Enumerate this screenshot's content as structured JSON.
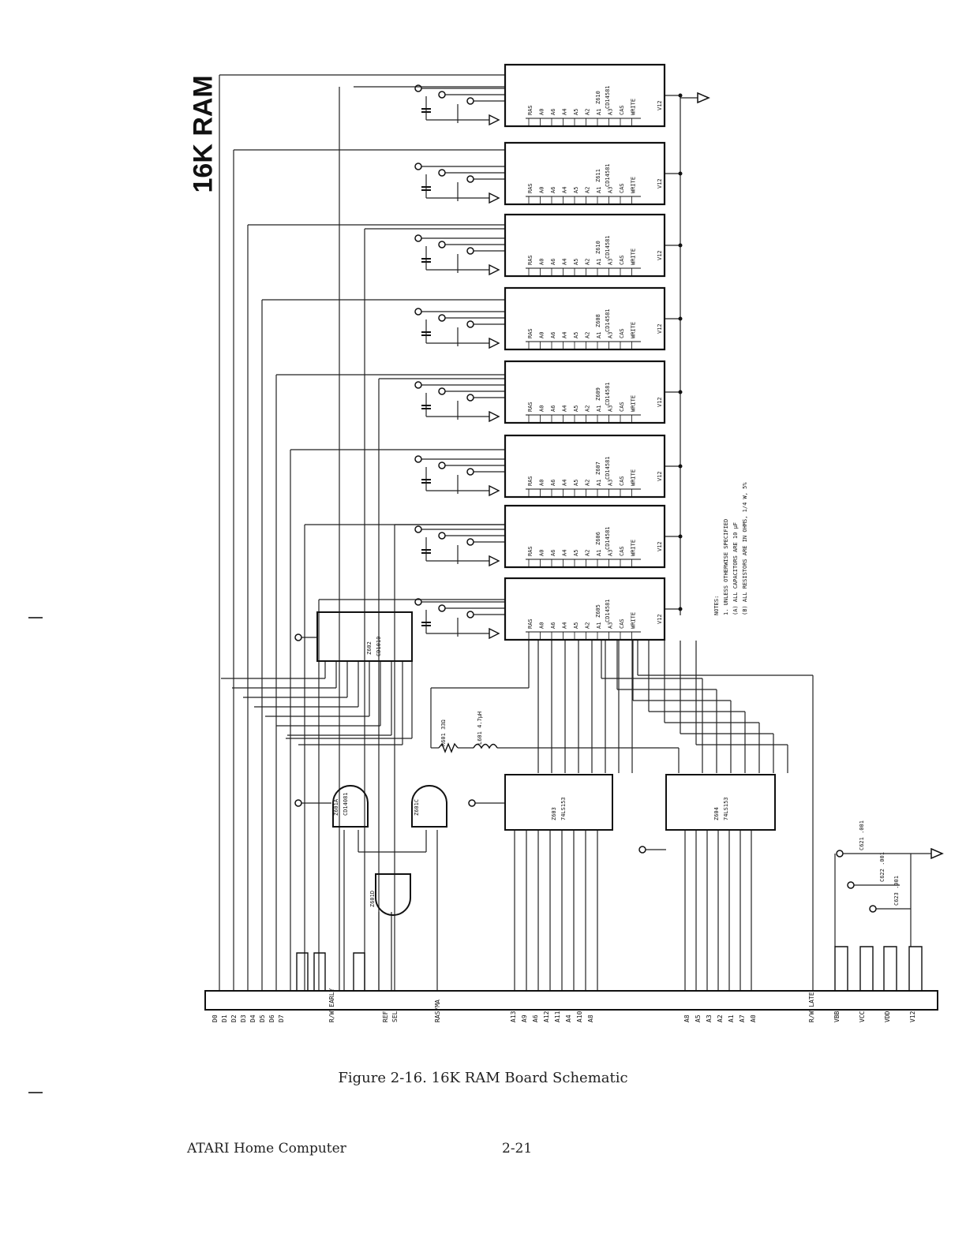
{
  "page": {
    "title": "16K RAM",
    "caption": "Figure 2-16.  16K RAM Board Schematic",
    "footer_left": "ATARI Home Computer",
    "page_number": "2-21"
  },
  "ram_chips": [
    {
      "ref": "Z610",
      "part": "CD14581"
    },
    {
      "ref": "Z611",
      "part": "CD14581"
    },
    {
      "ref": "Z610",
      "part": "CD14581"
    },
    {
      "ref": "Z608",
      "part": "CD14581"
    },
    {
      "ref": "Z609",
      "part": "CD14581"
    },
    {
      "ref": "Z607",
      "part": "CD14581"
    },
    {
      "ref": "Z606",
      "part": "CD14581"
    },
    {
      "ref": "Z605",
      "part": "CD14581"
    }
  ],
  "ram_pins": [
    "RAS",
    "A0",
    "A6",
    "A4",
    "A5",
    "A2",
    "A1",
    "A3",
    "CAS",
    "WRITE"
  ],
  "logic_chips": [
    {
      "ref": "Z602",
      "part": "CD1010"
    },
    {
      "ref": "Z603",
      "part": "74LS153"
    },
    {
      "ref": "Z604",
      "part": "74LS153"
    },
    {
      "ref": "Z601A",
      "part": "CD14081"
    },
    {
      "ref": "Z601C",
      "part": ""
    },
    {
      "ref": "Z601D",
      "part": ""
    }
  ],
  "edge_labels": [
    "D0",
    "D1",
    "D2",
    "D3",
    "D4",
    "D5",
    "D6",
    "D7",
    "R/W EARLY",
    "REF",
    "SEL",
    "RAS/MA",
    "A13",
    "A9",
    "A6",
    "A12",
    "A11",
    "A4",
    "A10",
    "A8",
    "A8",
    "A5",
    "A3",
    "A2",
    "A1",
    "A7",
    "A0",
    "R/W LATE",
    "VBB",
    "VCC",
    "VDD",
    "V12"
  ],
  "notes": [
    "NOTES:",
    "1. UNLESS OTHERWISE SPECIFIED",
    "(A) ALL CAPACITORS ARE 10 µF",
    "(B) ALL RESISTORS ARE IN OHMS, 1/4 W, 5%"
  ],
  "components": [
    "R601 33Ω",
    "L601 4.7µH",
    "C621 .001",
    "C622 .001",
    "C623 .001"
  ]
}
